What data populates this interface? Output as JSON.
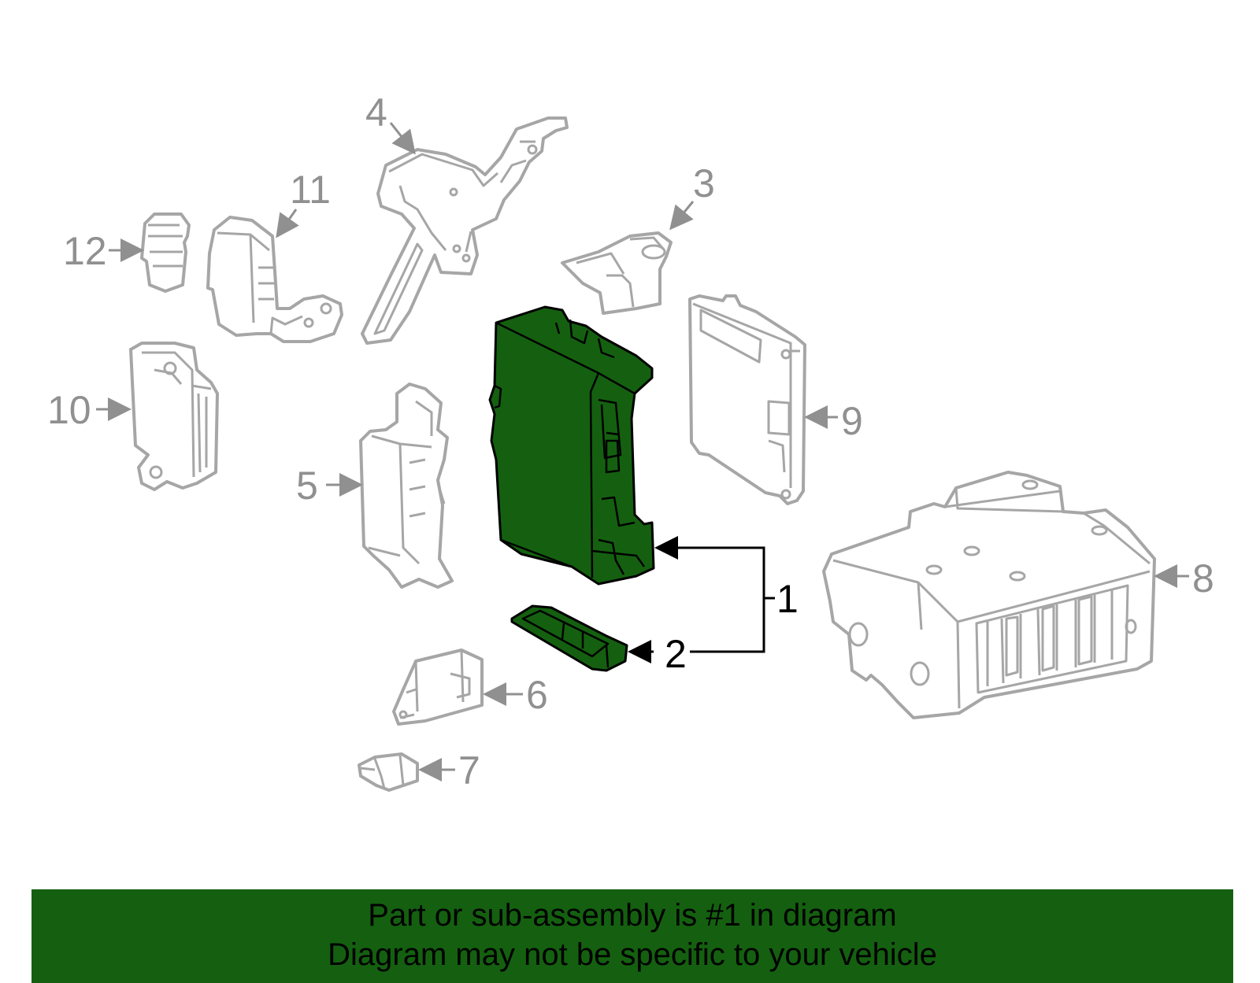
{
  "diagram": {
    "callouts": [
      {
        "id": "1",
        "label": "1"
      },
      {
        "id": "2",
        "label": "2"
      },
      {
        "id": "3",
        "label": "3"
      },
      {
        "id": "4",
        "label": "4"
      },
      {
        "id": "5",
        "label": "5"
      },
      {
        "id": "6",
        "label": "6"
      },
      {
        "id": "7",
        "label": "7"
      },
      {
        "id": "8",
        "label": "8"
      },
      {
        "id": "9",
        "label": "9"
      },
      {
        "id": "10",
        "label": "10"
      },
      {
        "id": "11",
        "label": "11"
      },
      {
        "id": "12",
        "label": "12"
      }
    ],
    "highlight_color": "#146010",
    "part_line_color": "#a6a6a6"
  },
  "banner": {
    "line1": "Part or sub-assembly is #1 in diagram",
    "line2": "Diagram may not be specific to your vehicle",
    "background": "#146010"
  }
}
